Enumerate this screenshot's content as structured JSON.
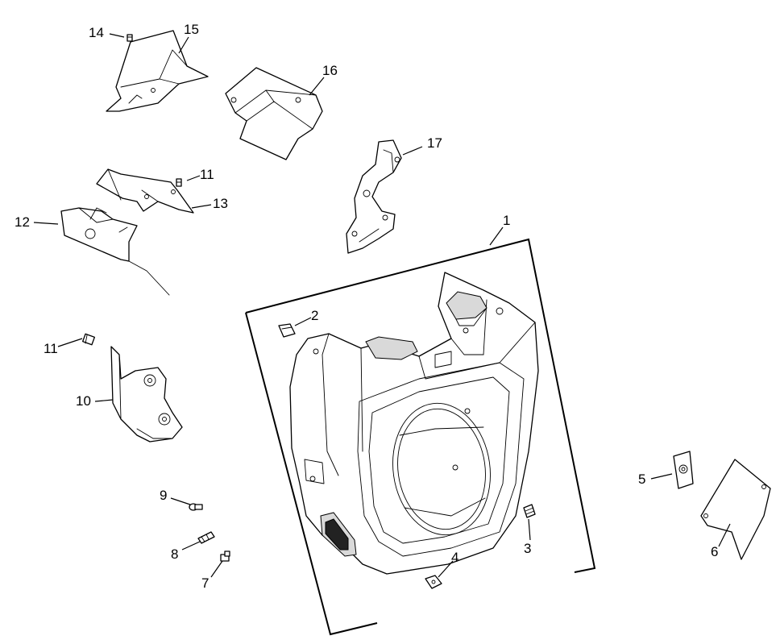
{
  "diagram": {
    "callouts": [
      "1",
      "2",
      "3",
      "4",
      "5",
      "6",
      "7",
      "8",
      "9",
      "10",
      "11",
      "11",
      "12",
      "13",
      "14",
      "15",
      "16",
      "17"
    ]
  }
}
